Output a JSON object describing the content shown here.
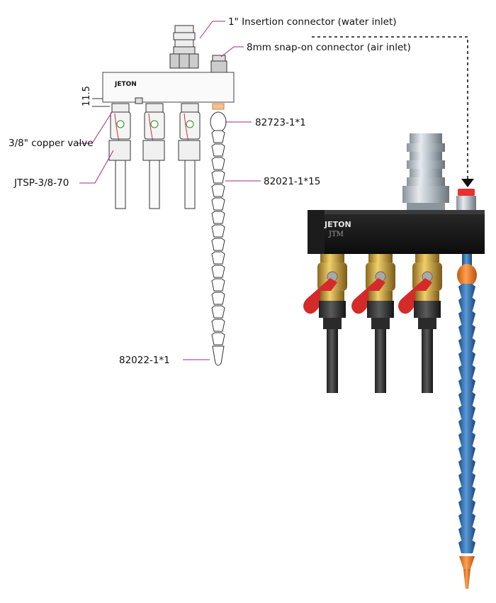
{
  "labels": {
    "water_inlet": "1\" Insertion connector (water inlet)",
    "air_inlet": "8mm snap-on connector (air inlet)",
    "dimension": "11.5",
    "copper_valve": "3/8\" copper valve",
    "nozzle_pipe": "JTSP-3/8-70",
    "part_82723": "82723-1*1",
    "part_82021": "82021-1*15",
    "part_82022": "82022-1*1"
  },
  "brand": {
    "name": "JETON",
    "sub": "JTM"
  },
  "colors": {
    "leader": "#a02a8a",
    "valve_handle": "#d42a2a",
    "hose_blue": "#2a6fb8",
    "hose_orange": "#f07a20",
    "body_black": "#151515",
    "brass": "#c9a040"
  }
}
